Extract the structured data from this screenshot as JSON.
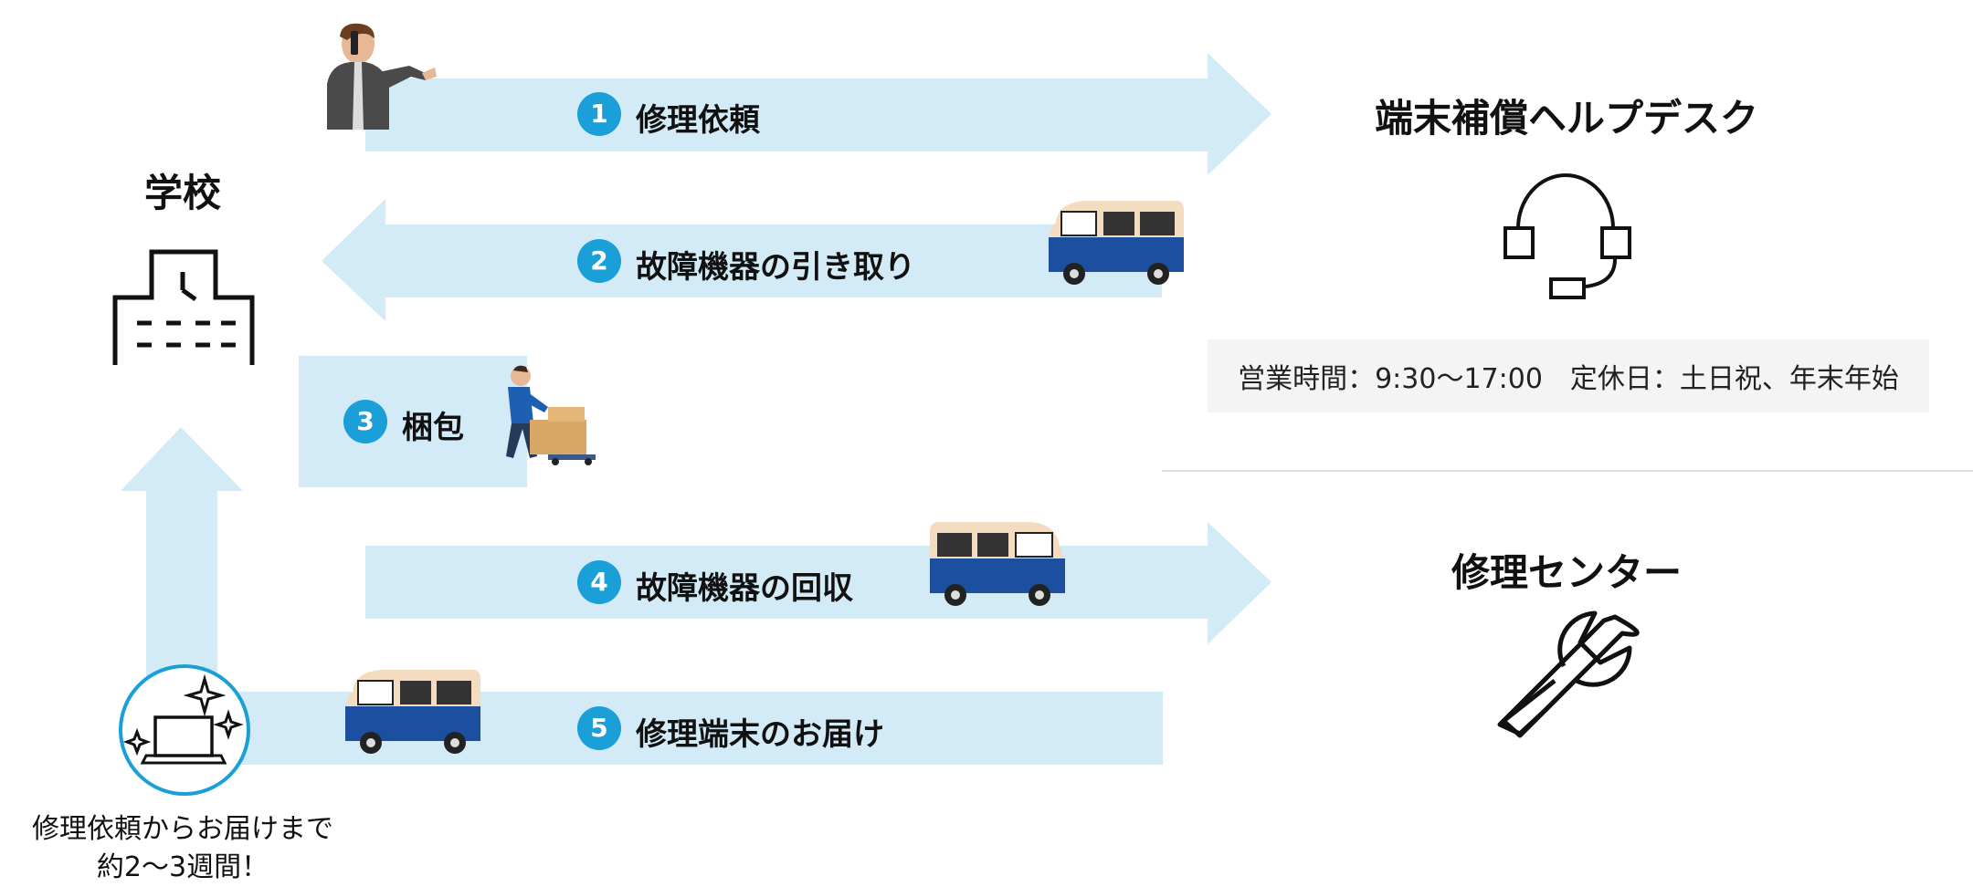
{
  "school": {
    "title": "学校"
  },
  "helpdesk": {
    "title": "端末補償ヘルプデスク",
    "hours": "営業時間：9:30～17:00　定休日：土日祝、年末年始"
  },
  "repair_center": {
    "title": "修理センター"
  },
  "steps": [
    {
      "number": "1",
      "label": "修理依頼"
    },
    {
      "number": "2",
      "label": "故障機器の引き取り"
    },
    {
      "number": "3",
      "label": "梱包"
    },
    {
      "number": "4",
      "label": "故障機器の回収"
    },
    {
      "number": "5",
      "label": "修理端末のお届け"
    }
  ],
  "note": {
    "line1": "修理依頼からお届けまで",
    "line2": "約2～3週間！"
  },
  "colors": {
    "arrow": "#d3eaf7",
    "badge": "#1a9fd8",
    "van_body": "#1d4fa0",
    "van_top": "#f3dcbf"
  }
}
